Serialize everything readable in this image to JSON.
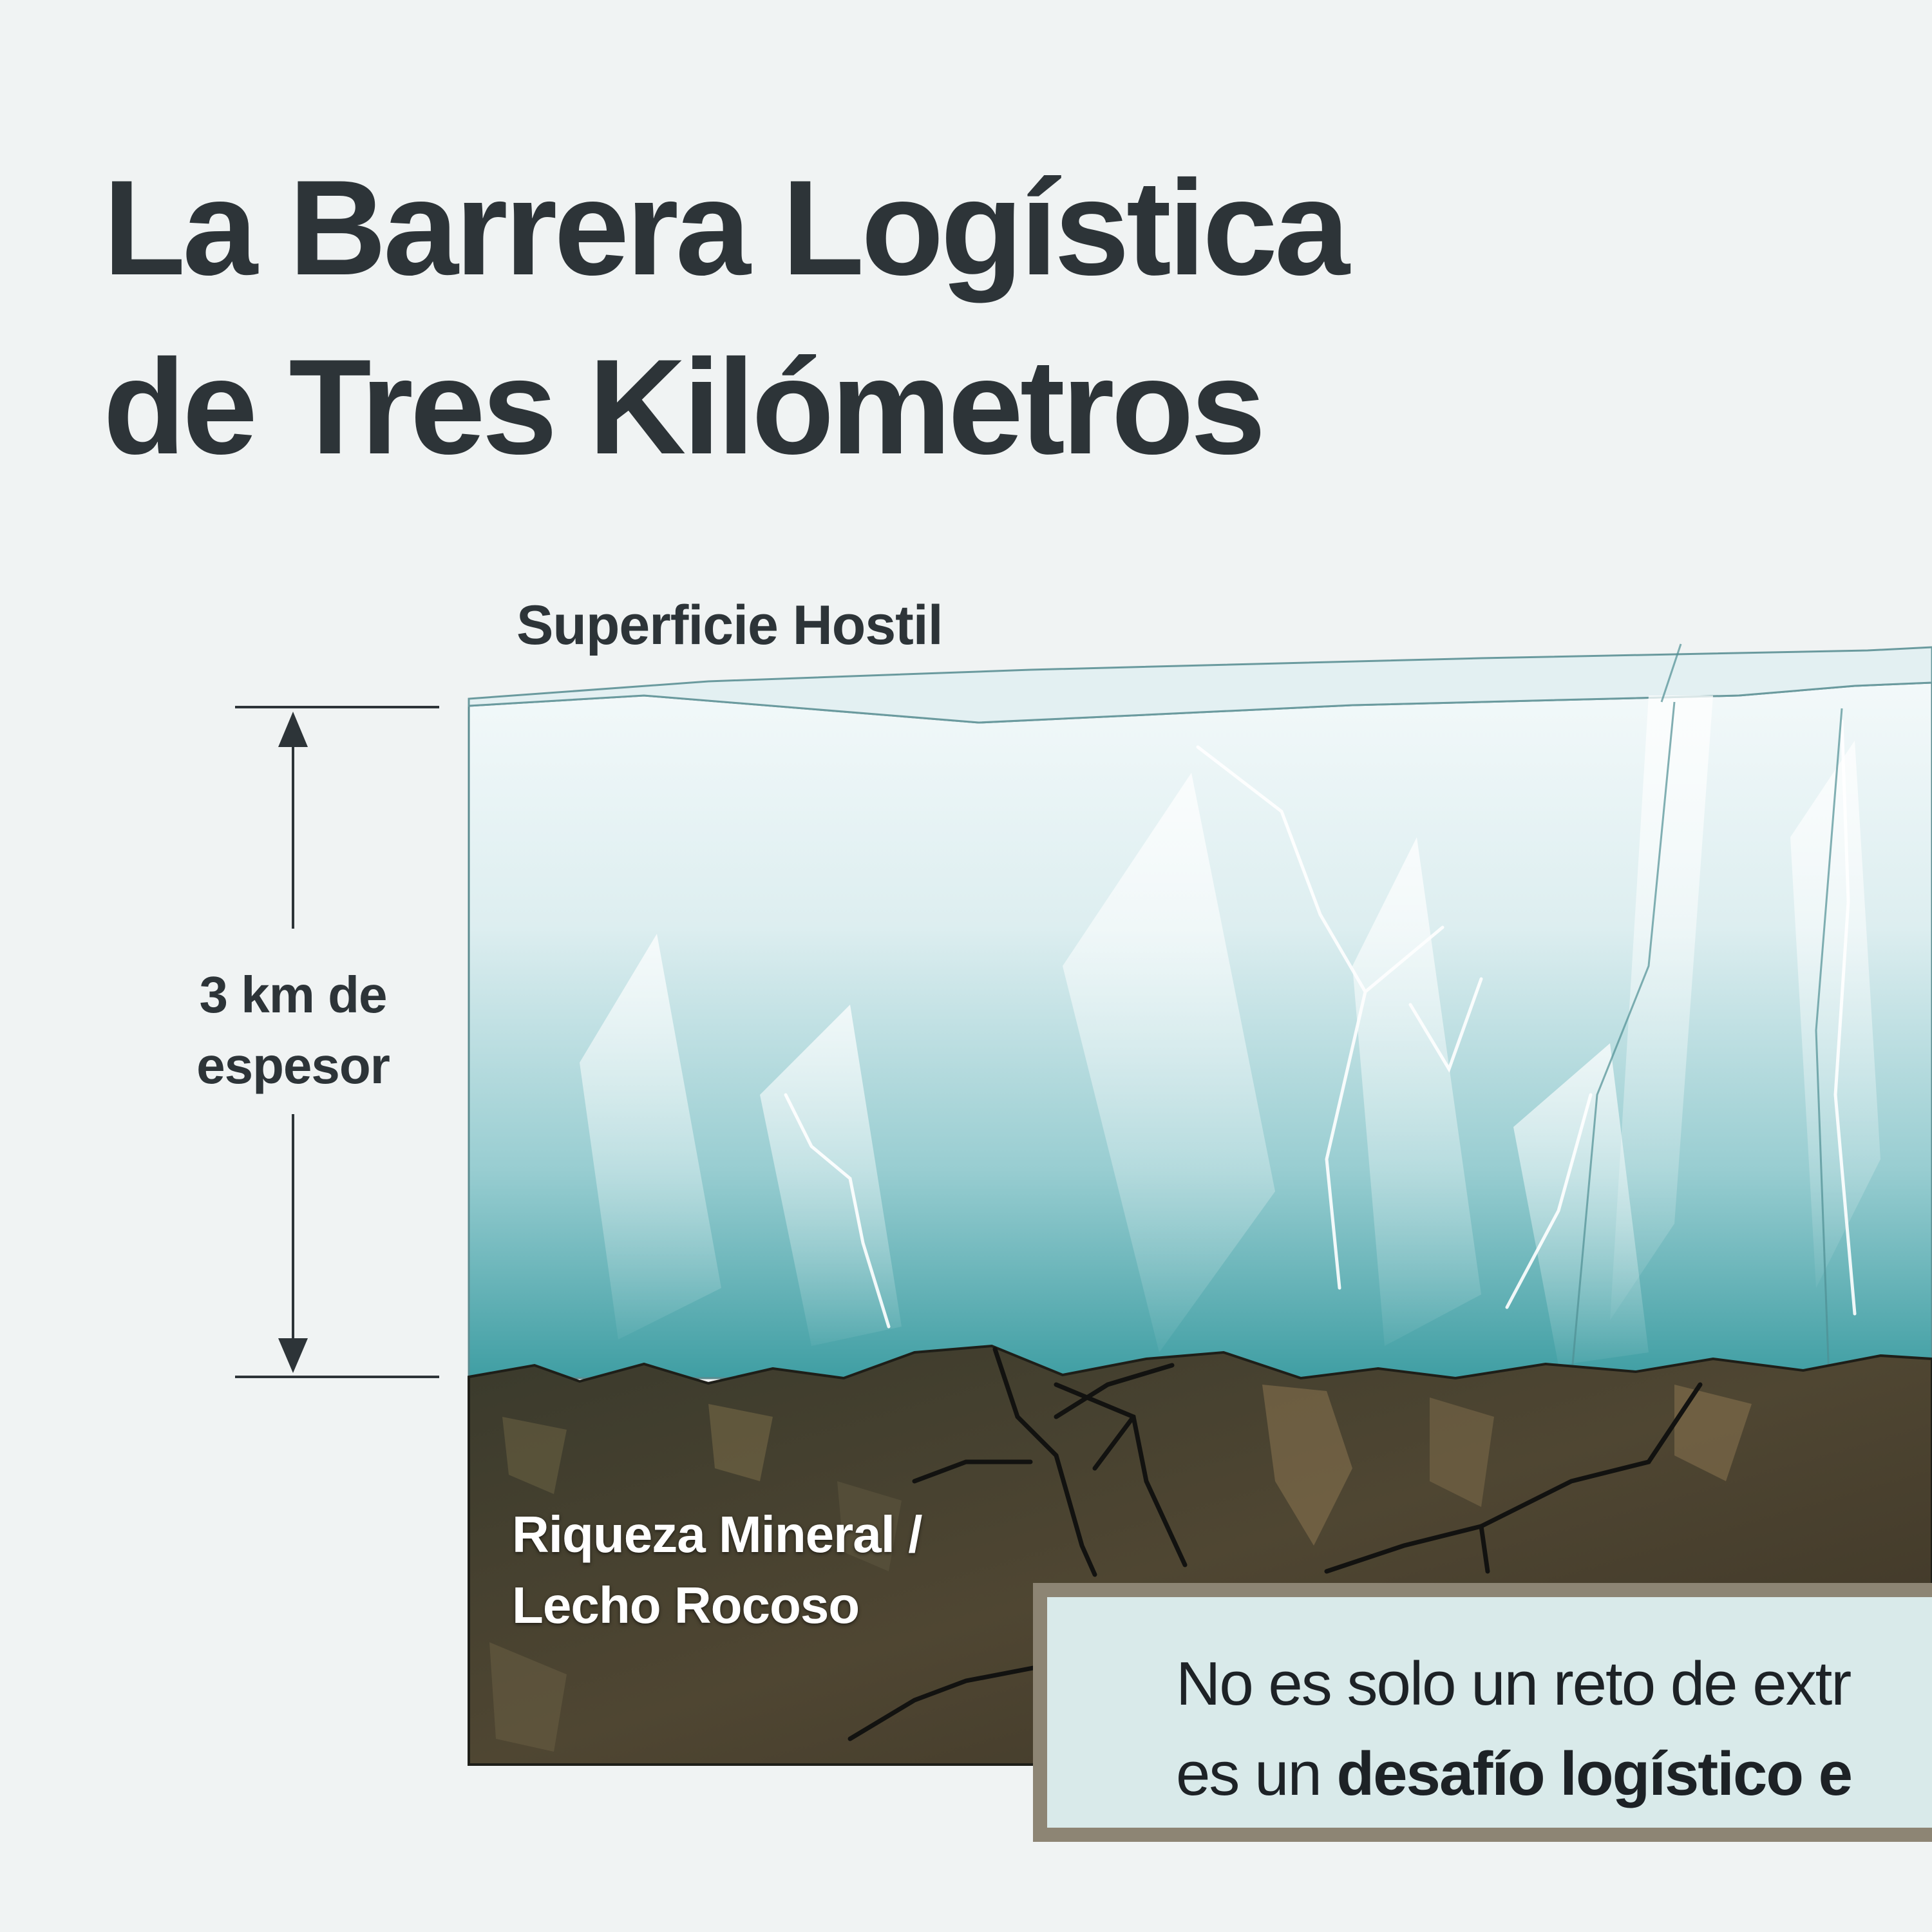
{
  "title": {
    "line1": "La Barrera Logística",
    "line2": "de Tres Kilómetros"
  },
  "labels": {
    "surface": "Superficie Hostil",
    "thickness_line1": "3 km de",
    "thickness_line2": "espesor",
    "bedrock_line1": "Riqueza Mineral /",
    "bedrock_line2": "Lecho Rocoso"
  },
  "callout": {
    "line1": "No es solo un reto de extr",
    "line2_prefix": "es un ",
    "line2_bold": "desafío logístico e"
  },
  "colors": {
    "background": "#f0f3f3",
    "text": "#2d3438",
    "ice_light": "#eef6f7",
    "ice_deep": "#3f9ea3",
    "bedrock": "#4a4130",
    "callout_border": "#8d8574",
    "callout_fill": "#d9eaea"
  },
  "icons": {
    "arrow_up": "arrow-up-icon",
    "arrow_down": "arrow-down-icon"
  }
}
